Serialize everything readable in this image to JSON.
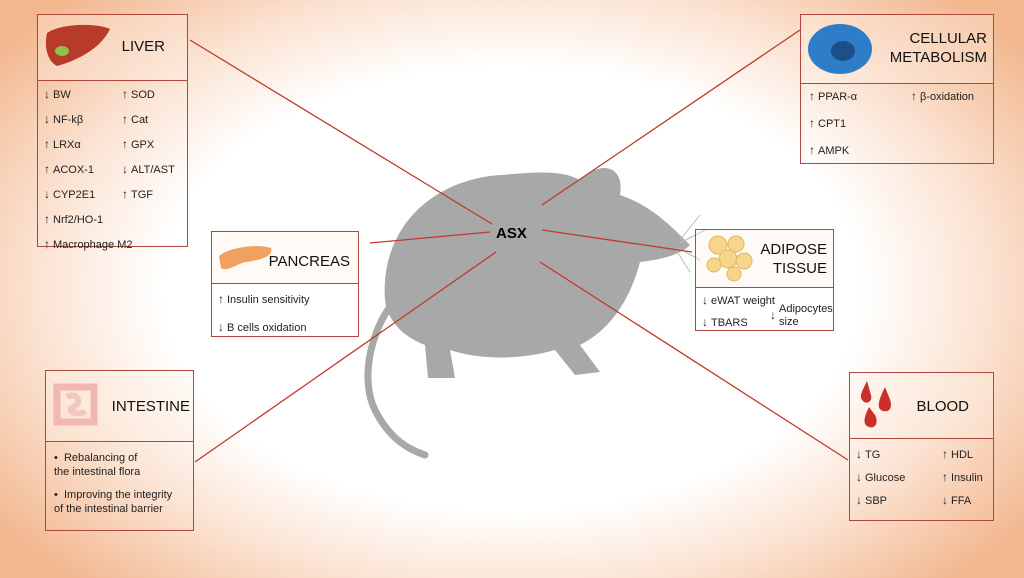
{
  "center": "ASX",
  "colors": {
    "border": "#b0473f",
    "arrow": "#c0392b",
    "mouse": "#a8a8a8"
  },
  "liver": {
    "title": "LIVER",
    "icon": "liver-icon",
    "items": [
      {
        "dir": "↓",
        "label": "BW"
      },
      {
        "dir": "↓",
        "label": "NF-kβ"
      },
      {
        "dir": "↑",
        "label": "LRXα"
      },
      {
        "dir": "↑",
        "label": "ACOX-1"
      },
      {
        "dir": "↓",
        "label": "CYP2E1"
      },
      {
        "dir": "↑",
        "label": "Nrf2/HO-1"
      },
      {
        "dir": "↑",
        "label": "Macrophage M2"
      },
      {
        "dir": "↑",
        "label": "SOD"
      },
      {
        "dir": "↑",
        "label": "Cat"
      },
      {
        "dir": "↑",
        "label": "GPX"
      },
      {
        "dir": "↓",
        "label": "ALT/AST"
      },
      {
        "dir": "↑",
        "label": "TGF"
      }
    ]
  },
  "cell": {
    "title1": "CELLULAR",
    "title2": "METABOLISM",
    "icon": "cell-icon",
    "items": [
      {
        "dir": "↑",
        "label": "PPAR-α"
      },
      {
        "dir": "↑",
        "label": "CPT1"
      },
      {
        "dir": "↑",
        "label": "AMPK"
      },
      {
        "dir": "↑",
        "label": "β-oxidation"
      }
    ]
  },
  "pancreas": {
    "title": "PANCREAS",
    "icon": "pancreas-icon",
    "items": [
      {
        "dir": "↑",
        "label": "Insulin sensitivity"
      },
      {
        "dir": "↓",
        "label": "B cells oxidation"
      }
    ]
  },
  "adipose": {
    "title1": "ADIPOSE",
    "title2": "TISSUE",
    "icon": "adipocytes-icon",
    "items": [
      {
        "dir": "↓",
        "label": "eWAT weight"
      },
      {
        "dir": "↓",
        "label": "TBARS"
      },
      {
        "dir": "↓",
        "label1": "Adipocytes",
        "label2": "size"
      }
    ]
  },
  "intestine": {
    "title": "INTESTINE",
    "icon": "intestine-icon",
    "items": [
      {
        "line1": "Rebalancing of",
        "line2": "the intestinal flora"
      },
      {
        "line1": "Improving the integrity",
        "line2": "of the intestinal barrier"
      }
    ]
  },
  "blood": {
    "title": "BLOOD",
    "icon": "blood-drops-icon",
    "items": [
      {
        "dir": "↓",
        "label": "TG"
      },
      {
        "dir": "↓",
        "label": "Glucose"
      },
      {
        "dir": "↓",
        "label": "SBP"
      },
      {
        "dir": "↑",
        "label": "HDL"
      },
      {
        "dir": "↑",
        "label": "Insulin"
      },
      {
        "dir": "↓",
        "label": "FFA"
      }
    ]
  }
}
